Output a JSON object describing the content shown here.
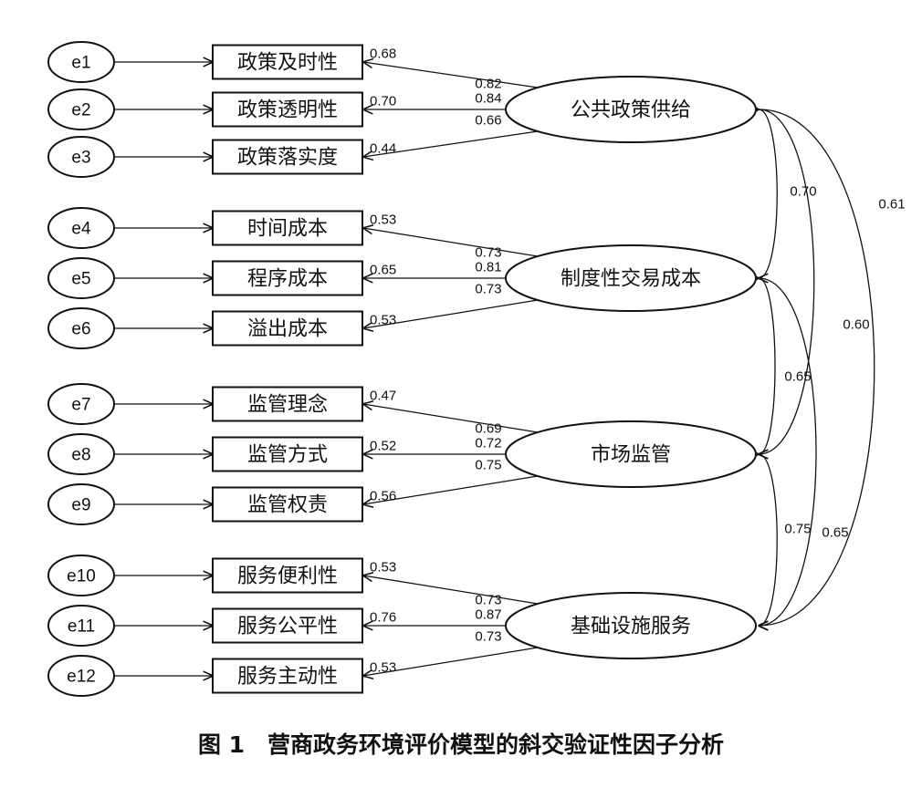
{
  "latents": [
    {
      "id": "L1",
      "label": "公共政策供给"
    },
    {
      "id": "L2",
      "label": "制度性交易成本"
    },
    {
      "id": "L3",
      "label": "市场监管"
    },
    {
      "id": "L4",
      "label": "基础设施服务"
    }
  ],
  "indicators": [
    {
      "err": "e1",
      "label": "政策及时性",
      "latent": "L1",
      "loading": "0.82",
      "r2": "0.68"
    },
    {
      "err": "e2",
      "label": "政策透明性",
      "latent": "L1",
      "loading": "0.84",
      "r2": "0.70"
    },
    {
      "err": "e3",
      "label": "政策落实度",
      "latent": "L1",
      "loading": "0.66",
      "r2": "0.44"
    },
    {
      "err": "e4",
      "label": "时间成本",
      "latent": "L2",
      "loading": "0.73",
      "r2": "0.53"
    },
    {
      "err": "e5",
      "label": "程序成本",
      "latent": "L2",
      "loading": "0.81",
      "r2": "0.65"
    },
    {
      "err": "e6",
      "label": "溢出成本",
      "latent": "L2",
      "loading": "0.73",
      "r2": "0.53"
    },
    {
      "err": "e7",
      "label": "监管理念",
      "latent": "L3",
      "loading": "0.69",
      "r2": "0.47"
    },
    {
      "err": "e8",
      "label": "监管方式",
      "latent": "L3",
      "loading": "0.72",
      "r2": "0.52"
    },
    {
      "err": "e9",
      "label": "监管权责",
      "latent": "L3",
      "loading": "0.75",
      "r2": "0.56"
    },
    {
      "err": "e10",
      "label": "服务便利性",
      "latent": "L4",
      "loading": "0.73",
      "r2": "0.53"
    },
    {
      "err": "e11",
      "label": "服务公平性",
      "latent": "L4",
      "loading": "0.87",
      "r2": "0.76"
    },
    {
      "err": "e12",
      "label": "服务主动性",
      "latent": "L4",
      "loading": "0.73",
      "r2": "0.53"
    }
  ],
  "correlations": [
    {
      "from": "L1",
      "to": "L2",
      "value": "0.70"
    },
    {
      "from": "L1",
      "to": "L3",
      "value": "0.60"
    },
    {
      "from": "L1",
      "to": "L4",
      "value": "0.61"
    },
    {
      "from": "L2",
      "to": "L3",
      "value": "0.65"
    },
    {
      "from": "L2",
      "to": "L4",
      "value": "0.65"
    },
    {
      "from": "L3",
      "to": "L4",
      "value": "0.75"
    }
  ],
  "caption": "图 1　营商政务环境评价模型的斜交验证性因子分析"
}
